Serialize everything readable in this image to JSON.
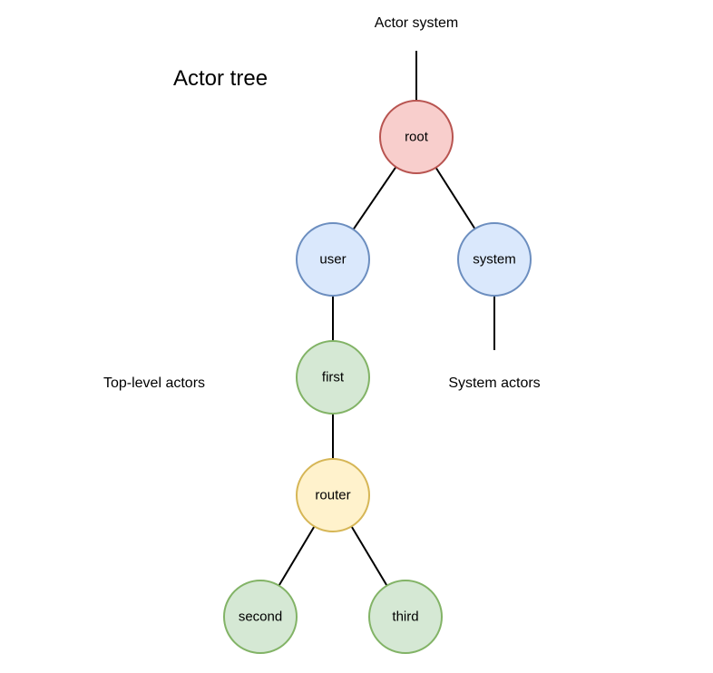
{
  "diagram": {
    "title": "Actor tree",
    "labels": {
      "actor_system": "Actor system",
      "top_level_actors": "Top-level actors",
      "system_actors": "System actors"
    },
    "nodes": {
      "root": {
        "label": "root",
        "fill": "#f8cecc",
        "stroke": "#b85450"
      },
      "user": {
        "label": "user",
        "fill": "#dae8fc",
        "stroke": "#6c8ebf"
      },
      "system": {
        "label": "system",
        "fill": "#dae8fc",
        "stroke": "#6c8ebf"
      },
      "first": {
        "label": "first",
        "fill": "#d5e8d4",
        "stroke": "#82b366"
      },
      "router": {
        "label": "router",
        "fill": "#fff2cc",
        "stroke": "#d6b656"
      },
      "second": {
        "label": "second",
        "fill": "#d5e8d4",
        "stroke": "#82b366"
      },
      "third": {
        "label": "third",
        "fill": "#d5e8d4",
        "stroke": "#82b366"
      }
    },
    "edges": [
      [
        "root",
        "user"
      ],
      [
        "root",
        "system"
      ],
      [
        "user",
        "first"
      ],
      [
        "first",
        "router"
      ],
      [
        "router",
        "second"
      ],
      [
        "router",
        "third"
      ]
    ]
  }
}
